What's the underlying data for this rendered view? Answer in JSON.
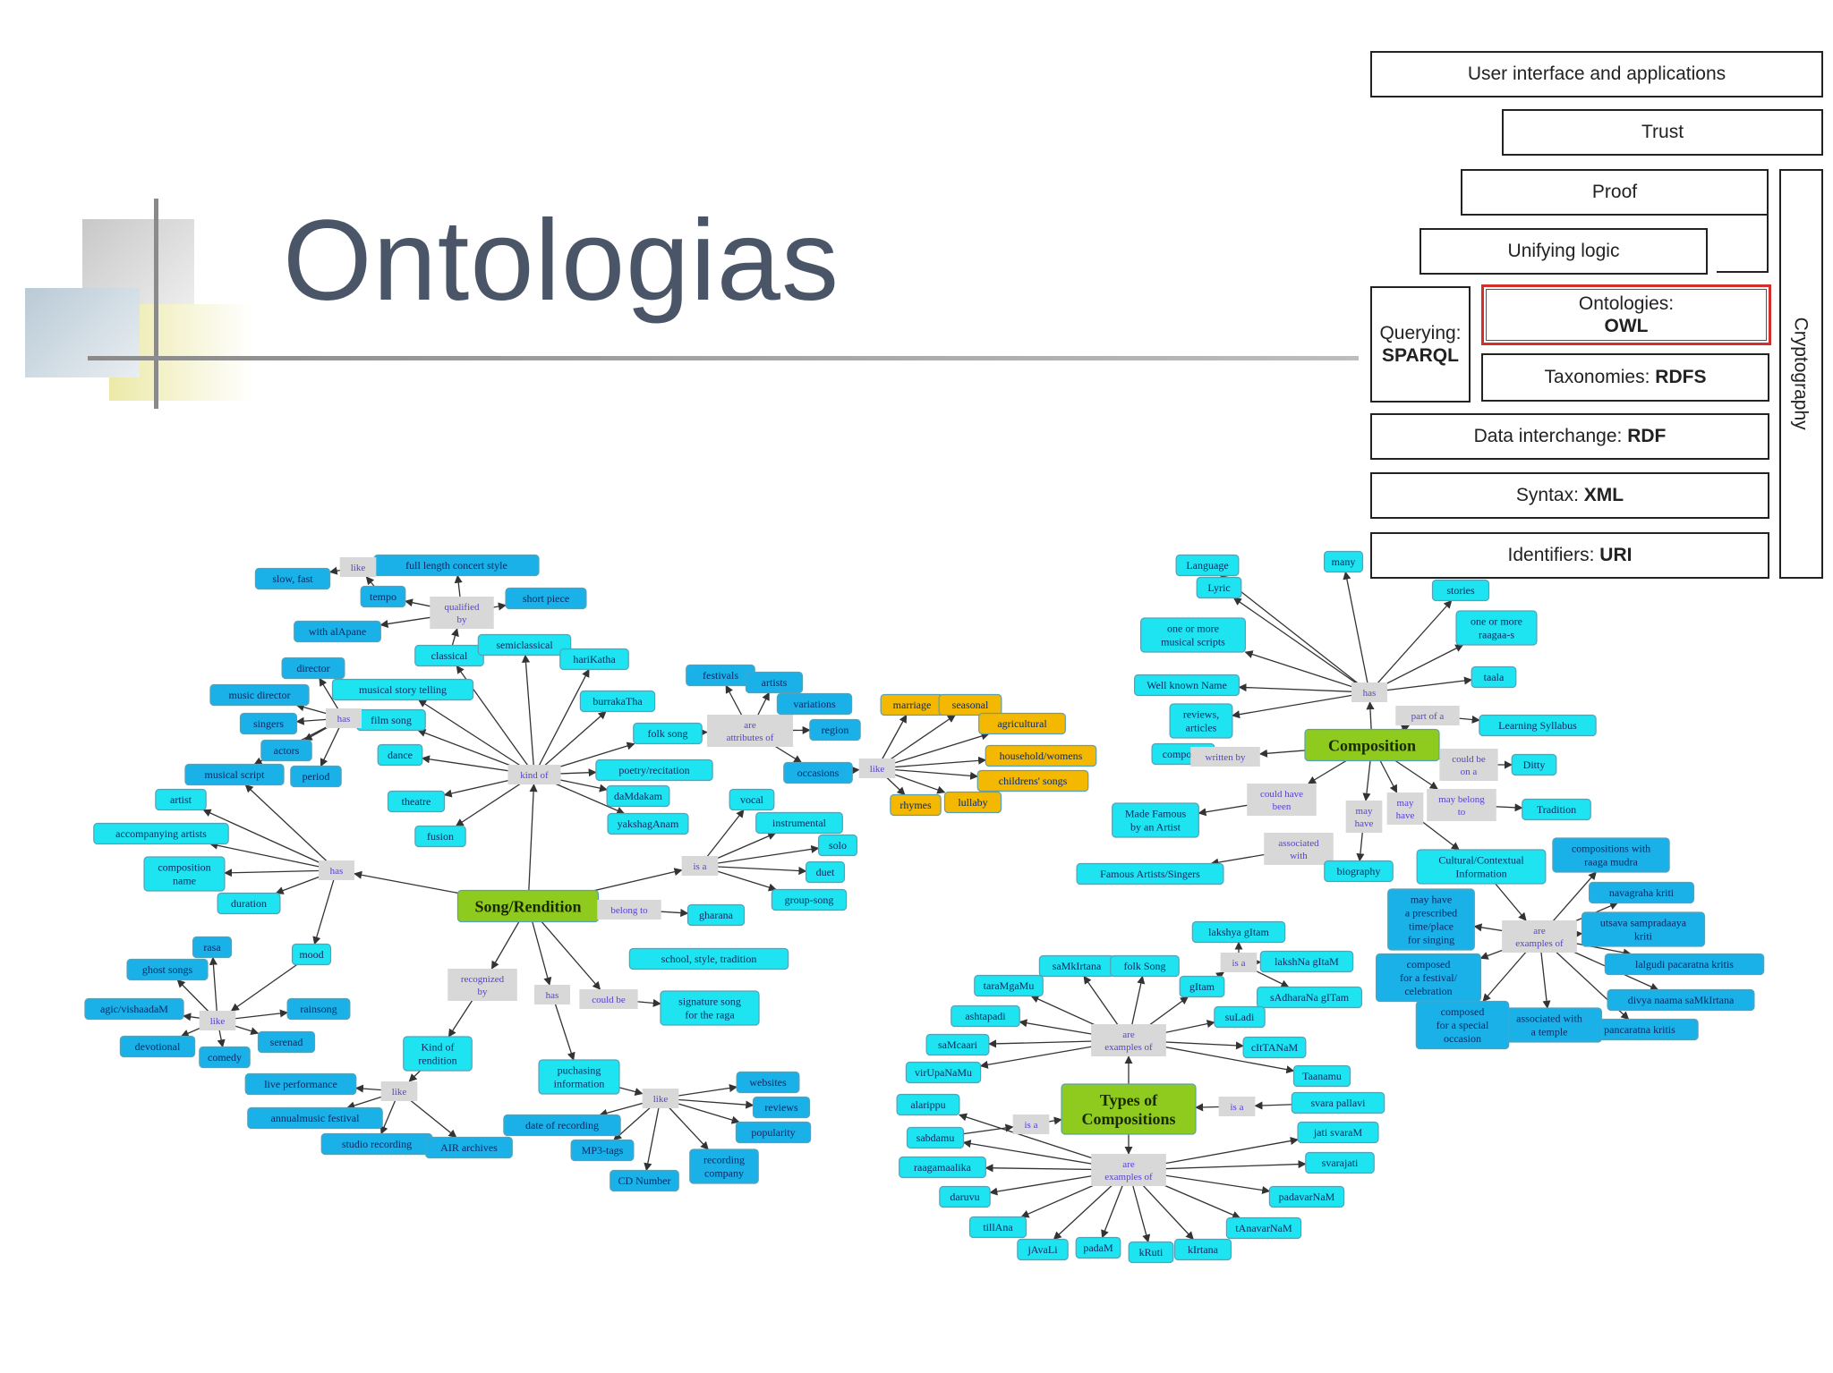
{
  "slide": {
    "title": "Ontologias"
  },
  "layer_cake": {
    "user_interface": "User interface and applications",
    "trust": "Trust",
    "proof": "Proof",
    "unifying_logic": "Unifying logic",
    "ontologies_label": "Ontologies:",
    "ontologies_value": "OWL",
    "querying_label": "Querying:",
    "querying_value": "SPARQL",
    "taxonomies_label": "Taxonomies:",
    "taxonomies_value": "RDFS",
    "data_interchange_label": "Data interchange:",
    "data_interchange_value": "RDF",
    "syntax_label": "Syntax:",
    "syntax_value": "XML",
    "identifiers_label": "Identifiers:",
    "identifiers_value": "URI",
    "cryptography": "Cryptography",
    "highlight_color": "#d32f2f"
  },
  "colors": {
    "cyan": "#1ee3f0",
    "blue": "#1ab0e8",
    "green": "#8fcb1e",
    "gold": "#f5b800",
    "relation": "#d8d8d8",
    "edge": "#333333"
  },
  "concept_map": {
    "nodes": [
      {
        "id": "song",
        "text": "Song/Rendition",
        "style": "green"
      },
      {
        "id": "kindof",
        "text": "kind of",
        "style": "rel"
      },
      {
        "id": "qualified",
        "text": "qualified\nby",
        "style": "rel"
      },
      {
        "id": "fulllength",
        "text": "full length concert style",
        "style": "blue"
      },
      {
        "id": "shortpiece",
        "text": "short piece",
        "style": "blue"
      },
      {
        "id": "tempo",
        "text": "tempo",
        "style": "blue"
      },
      {
        "id": "like1",
        "text": "like",
        "style": "rel"
      },
      {
        "id": "slowfast",
        "text": "slow, fast",
        "style": "blue"
      },
      {
        "id": "withalapane",
        "text": "with alApane",
        "style": "blue"
      },
      {
        "id": "classical",
        "text": "classical",
        "style": "cyan"
      },
      {
        "id": "semiclassical",
        "text": "semiclassical",
        "style": "cyan"
      },
      {
        "id": "harikatha",
        "text": "hariKatha",
        "style": "cyan"
      },
      {
        "id": "burrakatha",
        "text": "burrakaTha",
        "style": "cyan"
      },
      {
        "id": "folksong",
        "text": "folk song",
        "style": "cyan"
      },
      {
        "id": "poetry",
        "text": "poetry/recitation",
        "style": "cyan"
      },
      {
        "id": "damdakam",
        "text": "daMdakam",
        "style": "cyan"
      },
      {
        "id": "yakshaganam",
        "text": "yakshagAnam",
        "style": "cyan"
      },
      {
        "id": "fusion",
        "text": "fusion",
        "style": "cyan"
      },
      {
        "id": "theatre",
        "text": "theatre",
        "style": "cyan"
      },
      {
        "id": "dance",
        "text": "dance",
        "style": "cyan"
      },
      {
        "id": "filmsong",
        "text": "film song",
        "style": "cyan"
      },
      {
        "id": "musicalstory",
        "text": "musical story telling",
        "style": "cyan"
      },
      {
        "id": "has1",
        "text": "has",
        "style": "rel"
      },
      {
        "id": "director",
        "text": "director",
        "style": "blue"
      },
      {
        "id": "musicdirector",
        "text": "music director",
        "style": "blue"
      },
      {
        "id": "singers",
        "text": "singers",
        "style": "blue"
      },
      {
        "id": "actors",
        "text": "actors",
        "style": "blue"
      },
      {
        "id": "musicalscript",
        "text": "musical script",
        "style": "blue"
      },
      {
        "id": "period",
        "text": "period",
        "style": "blue"
      },
      {
        "id": "hasmain",
        "text": "has",
        "style": "rel"
      },
      {
        "id": "artist",
        "text": "artist",
        "style": "cyan"
      },
      {
        "id": "accompanying",
        "text": "accompanying artists",
        "style": "cyan"
      },
      {
        "id": "compname",
        "text": "composition\nname",
        "style": "cyan"
      },
      {
        "id": "duration",
        "text": "duration",
        "style": "cyan"
      },
      {
        "id": "mood",
        "text": "mood",
        "style": "cyan"
      },
      {
        "id": "like2",
        "text": "like",
        "style": "rel"
      },
      {
        "id": "rasa",
        "text": "rasa",
        "style": "blue"
      },
      {
        "id": "ghostsongs",
        "text": "ghost songs",
        "style": "blue"
      },
      {
        "id": "vishaada",
        "text": "agic/vishaadaM",
        "style": "blue"
      },
      {
        "id": "devotional",
        "text": "devotional",
        "style": "blue"
      },
      {
        "id": "comedy",
        "text": "comedy",
        "style": "blue"
      },
      {
        "id": "serenade",
        "text": "serenad",
        "style": "blue"
      },
      {
        "id": "rainsong",
        "text": "rainsong",
        "style": "blue"
      },
      {
        "id": "isa1",
        "text": "is a",
        "style": "rel"
      },
      {
        "id": "vocal",
        "text": "vocal",
        "style": "cyan"
      },
      {
        "id": "instrumental",
        "text": "instrumental",
        "style": "cyan"
      },
      {
        "id": "solo",
        "text": "solo",
        "style": "cyan"
      },
      {
        "id": "duet",
        "text": "duet",
        "style": "cyan"
      },
      {
        "id": "groupsong",
        "text": "group-song",
        "style": "cyan"
      },
      {
        "id": "belongsto",
        "text": "belong to",
        "style": "rel"
      },
      {
        "id": "gharana",
        "text": "gharana",
        "style": "cyan"
      },
      {
        "id": "school",
        "text": "school, style, tradition",
        "style": "cyan"
      },
      {
        "id": "couldbe1",
        "text": "could be",
        "style": "rel"
      },
      {
        "id": "signature",
        "text": "signature song\nfor the raga",
        "style": "cyan"
      },
      {
        "id": "has2",
        "text": "has",
        "style": "rel"
      },
      {
        "id": "purchasing",
        "text": "puchasing\ninformation",
        "style": "cyan"
      },
      {
        "id": "like3",
        "text": "like",
        "style": "rel"
      },
      {
        "id": "websites",
        "text": "websites",
        "style": "blue"
      },
      {
        "id": "reviews1",
        "text": "reviews",
        "style": "blue"
      },
      {
        "id": "popularity",
        "text": "popularity",
        "style": "blue"
      },
      {
        "id": "recordingco",
        "text": "recording\ncompany",
        "style": "blue"
      },
      {
        "id": "cdnumber",
        "text": "CD Number",
        "style": "blue"
      },
      {
        "id": "mp3tags",
        "text": "MP3-tags",
        "style": "blue"
      },
      {
        "id": "dateofrec",
        "text": "date of recording",
        "style": "blue"
      },
      {
        "id": "recognized",
        "text": "recognized\nby",
        "style": "rel"
      },
      {
        "id": "kindofrend",
        "text": "Kind of\nrendition",
        "style": "cyan"
      },
      {
        "id": "like4",
        "text": "like",
        "style": "rel"
      },
      {
        "id": "liveperf",
        "text": "live performance",
        "style": "blue"
      },
      {
        "id": "annual",
        "text": "annualmusic festival",
        "style": "blue"
      },
      {
        "id": "studio",
        "text": "studio recording",
        "style": "blue"
      },
      {
        "id": "airarchives",
        "text": "AIR archives",
        "style": "blue"
      },
      {
        "id": "areattr",
        "text": "are\nattributes of",
        "style": "rel"
      },
      {
        "id": "festivals",
        "text": "festivals",
        "style": "blue"
      },
      {
        "id": "artists2",
        "text": "artists",
        "style": "blue"
      },
      {
        "id": "variations",
        "text": "variations",
        "style": "blue"
      },
      {
        "id": "region",
        "text": "region",
        "style": "blue"
      },
      {
        "id": "occasions",
        "text": "occasions",
        "style": "blue"
      },
      {
        "id": "like5",
        "text": "like",
        "style": "rel"
      },
      {
        "id": "marriage",
        "text": "marriage",
        "style": "gold"
      },
      {
        "id": "seasonal",
        "text": "seasonal",
        "style": "gold"
      },
      {
        "id": "agricultural",
        "text": "agricultural",
        "style": "gold"
      },
      {
        "id": "household",
        "text": "household/womens",
        "style": "gold"
      },
      {
        "id": "childrens",
        "text": "childrens' songs",
        "style": "gold"
      },
      {
        "id": "lullaby",
        "text": "lullaby",
        "style": "gold"
      },
      {
        "id": "rhymes",
        "text": "rhymes",
        "style": "gold"
      },
      {
        "id": "composition",
        "text": "Composition",
        "style": "green"
      },
      {
        "id": "has3",
        "text": "has",
        "style": "rel"
      },
      {
        "id": "language",
        "text": "Language",
        "style": "cyan"
      },
      {
        "id": "many",
        "text": "many",
        "style": "cyan"
      },
      {
        "id": "lyric",
        "text": "Lyric",
        "style": "cyan"
      },
      {
        "id": "stories",
        "text": "stories",
        "style": "cyan"
      },
      {
        "id": "onemorescripts",
        "text": "one or more\nmusical scripts",
        "style": "cyan"
      },
      {
        "id": "onemoreraagas",
        "text": "one or more\nraagaa-s",
        "style": "cyan"
      },
      {
        "id": "wellknown",
        "text": "Well known Name",
        "style": "cyan"
      },
      {
        "id": "taala",
        "text": "taala",
        "style": "cyan"
      },
      {
        "id": "reviewsarticles",
        "text": "reviews,\narticles",
        "style": "cyan"
      },
      {
        "id": "partof",
        "text": "part of a",
        "style": "rel"
      },
      {
        "id": "learning",
        "text": "Learning Syllabus",
        "style": "cyan"
      },
      {
        "id": "composer",
        "text": "composer",
        "style": "cyan"
      },
      {
        "id": "writtenby",
        "text": "written by",
        "style": "rel"
      },
      {
        "id": "couldbeon",
        "text": "could be\non a",
        "style": "rel"
      },
      {
        "id": "ditty",
        "text": "Ditty",
        "style": "cyan"
      },
      {
        "id": "couldhavebeen",
        "text": "could have\nbeen",
        "style": "rel"
      },
      {
        "id": "madefamous",
        "text": "Made Famous\nby an Artist",
        "style": "cyan"
      },
      {
        "id": "mayhave1",
        "text": "may\nhave",
        "style": "rel"
      },
      {
        "id": "mayhave2",
        "text": "may\nhave",
        "style": "rel"
      },
      {
        "id": "maybelong",
        "text": "may belong\nto",
        "style": "rel"
      },
      {
        "id": "tradition",
        "text": "Tradition",
        "style": "cyan"
      },
      {
        "id": "associated",
        "text": "associated\nwith",
        "style": "rel"
      },
      {
        "id": "famousartists",
        "text": "Famous Artists/Singers",
        "style": "cyan"
      },
      {
        "id": "biography",
        "text": "biography",
        "style": "cyan"
      },
      {
        "id": "cultural",
        "text": "Cultural/Contextual\nInformation",
        "style": "cyan"
      },
      {
        "id": "areexamples1",
        "text": "are\nexamples of",
        "style": "rel"
      },
      {
        "id": "compwithraga",
        "text": "compositions with\nraaga mudra",
        "style": "blue"
      },
      {
        "id": "navagraha",
        "text": "navagraha kriti",
        "style": "blue"
      },
      {
        "id": "utsava",
        "text": "utsava sampradaaya\nkriti",
        "style": "blue"
      },
      {
        "id": "lalgudi",
        "text": "lalgudi pacaratna kritis",
        "style": "blue"
      },
      {
        "id": "divya",
        "text": "divya naama saMkIrtana",
        "style": "blue"
      },
      {
        "id": "pancaratna",
        "text": "pancaratna kritis",
        "style": "blue"
      },
      {
        "id": "associatedtemple",
        "text": "associated with\na temple",
        "style": "blue"
      },
      {
        "id": "composedspecial",
        "text": "composed\nfor a special\noccasion",
        "style": "blue"
      },
      {
        "id": "composedfestival",
        "text": "composed\nfor a festival/\ncelebration",
        "style": "blue"
      },
      {
        "id": "prescribed",
        "text": "may have\na prescribed\ntime/place\nfor singing",
        "style": "blue"
      },
      {
        "id": "types",
        "text": "Types of\nCompositions",
        "style": "green"
      },
      {
        "id": "areexamples2",
        "text": "are\nexamples of",
        "style": "rel"
      },
      {
        "id": "areexamples3",
        "text": "are\nexamples of",
        "style": "rel"
      },
      {
        "id": "isa2",
        "text": "is a",
        "style": "rel"
      },
      {
        "id": "isa3",
        "text": "is a",
        "style": "rel"
      },
      {
        "id": "isa4",
        "text": "is a",
        "style": "rel"
      },
      {
        "id": "lakshyagitam",
        "text": "lakshya gItam",
        "style": "cyan"
      },
      {
        "id": "lakshnagitam",
        "text": "lakshNa gItaM",
        "style": "cyan"
      },
      {
        "id": "sadharana",
        "text": "sAdharaNa gITam",
        "style": "cyan"
      },
      {
        "id": "sankirtana",
        "text": "saMkIrtana",
        "style": "cyan"
      },
      {
        "id": "folksong2",
        "text": "folk Song",
        "style": "cyan"
      },
      {
        "id": "gitam",
        "text": "gItam",
        "style": "cyan"
      },
      {
        "id": "taramgamu",
        "text": "taraMgaMu",
        "style": "cyan"
      },
      {
        "id": "suladi",
        "text": "suLadi",
        "style": "cyan"
      },
      {
        "id": "ashtapadi",
        "text": "ashtapadi",
        "style": "cyan"
      },
      {
        "id": "ottanaam",
        "text": "cItTANaM",
        "style": "cyan"
      },
      {
        "id": "samcaari",
        "text": "saMcaari",
        "style": "cyan"
      },
      {
        "id": "taanamu",
        "text": "Taanamu",
        "style": "cyan"
      },
      {
        "id": "virupanam",
        "text": "virUpaNaMu",
        "style": "cyan"
      },
      {
        "id": "svarapallavi",
        "text": "svara pallavi",
        "style": "cyan"
      },
      {
        "id": "alarippu",
        "text": "alarippu",
        "style": "cyan"
      },
      {
        "id": "jatisvaram",
        "text": "jati svaraM",
        "style": "cyan"
      },
      {
        "id": "sabdamu",
        "text": "sabdamu",
        "style": "cyan"
      },
      {
        "id": "svarajati",
        "text": "svarajati",
        "style": "cyan"
      },
      {
        "id": "raagamaalika",
        "text": "raagamaalika",
        "style": "cyan"
      },
      {
        "id": "padavarnam",
        "text": "padavarNaM",
        "style": "cyan"
      },
      {
        "id": "daruvu",
        "text": "daruvu",
        "style": "cyan"
      },
      {
        "id": "tanavarnam",
        "text": "tAnavarNaM",
        "style": "cyan"
      },
      {
        "id": "tillana",
        "text": "tillAna",
        "style": "cyan"
      },
      {
        "id": "javali",
        "text": "jAvaLi",
        "style": "cyan"
      },
      {
        "id": "padam",
        "text": "padaM",
        "style": "cyan"
      },
      {
        "id": "kruti",
        "text": "kRuti",
        "style": "cyan"
      },
      {
        "id": "kirtana",
        "text": "kIrtana",
        "style": "cyan"
      }
    ]
  }
}
